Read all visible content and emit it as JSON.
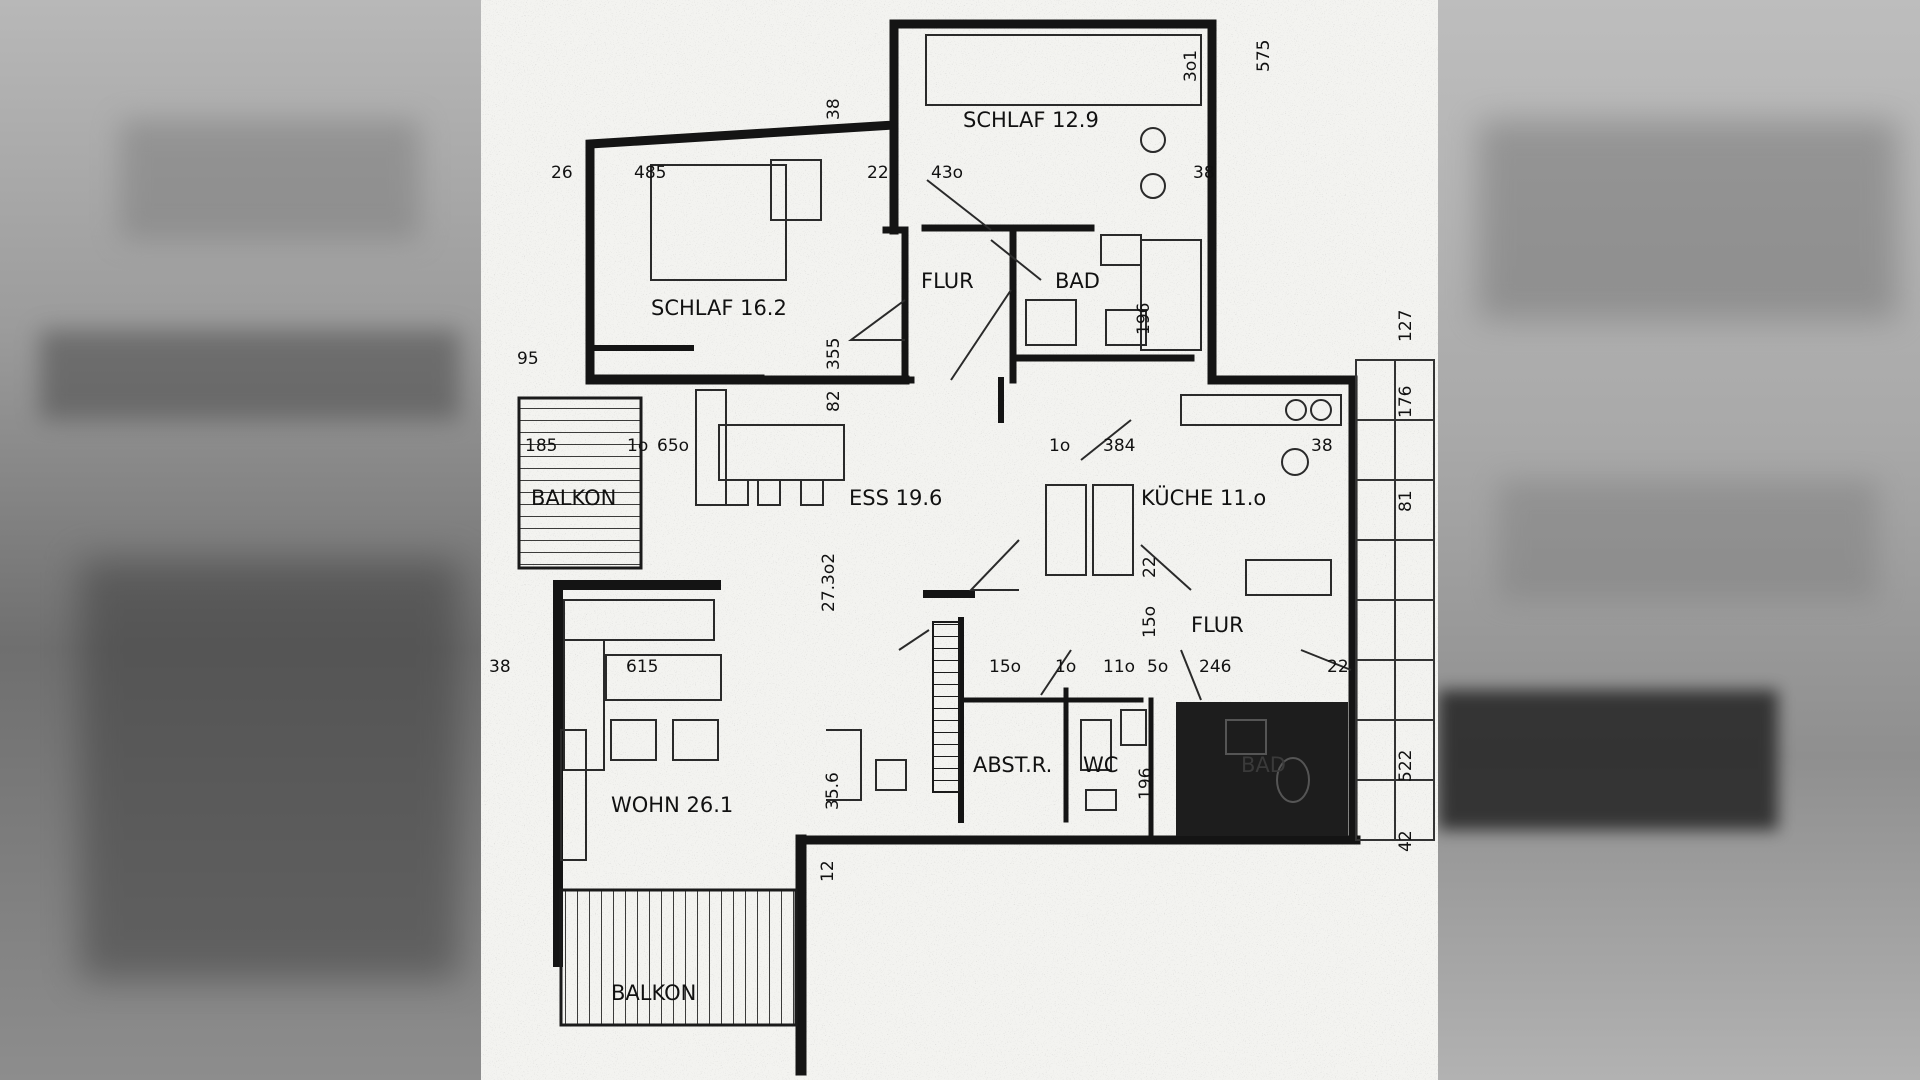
{
  "rooms": {
    "schlaf_1": "SCHLAF 12.9",
    "schlaf_2": "SCHLAF 16.2",
    "flur_1": "FLUR",
    "bad_1": "BAD",
    "ess": "ESS 19.6",
    "kueche": "KÜCHE 11.o",
    "flur_2": "FLUR",
    "wohn": "WOHN 26.1",
    "abstr": "ABST.R.",
    "wc": "WC",
    "bad_2": "BAD",
    "balkon_1": "BALKON",
    "balkon_2": "BALKON"
  },
  "dimensions": {
    "d_575": "575",
    "d_3o1": "3o1",
    "d_38_top": "38",
    "d_26": "26",
    "d_485": "485",
    "d_22_top": "22",
    "d_43o": "43o",
    "d_38_right": "38",
    "d_95": "95",
    "d_185": "185",
    "d_1o": "1o",
    "d_65o": "65o",
    "d_1o_b": "1o",
    "d_384": "384",
    "d_38_kueche": "38",
    "d_127": "127",
    "d_176": "176",
    "d_81": "81",
    "d_27_302": "27.3o2",
    "d_22_mid": "22",
    "d_15o_v": "15o",
    "d_38_left": "38",
    "d_615": "615",
    "d_15o": "15o",
    "d_1o_c": "1o",
    "d_11o": "11o",
    "d_5o": "5o",
    "d_246": "246",
    "d_22_right": "22",
    "d_522": "522",
    "d_356": "35.6",
    "d_196": "196",
    "d_196_b": "196",
    "d_355": "355",
    "d_82": "82",
    "d_42": "42",
    "d_12": "12"
  },
  "colors": {
    "wall": "#141414",
    "paper": "#f3f3f0",
    "line": "#2a2a2a"
  }
}
